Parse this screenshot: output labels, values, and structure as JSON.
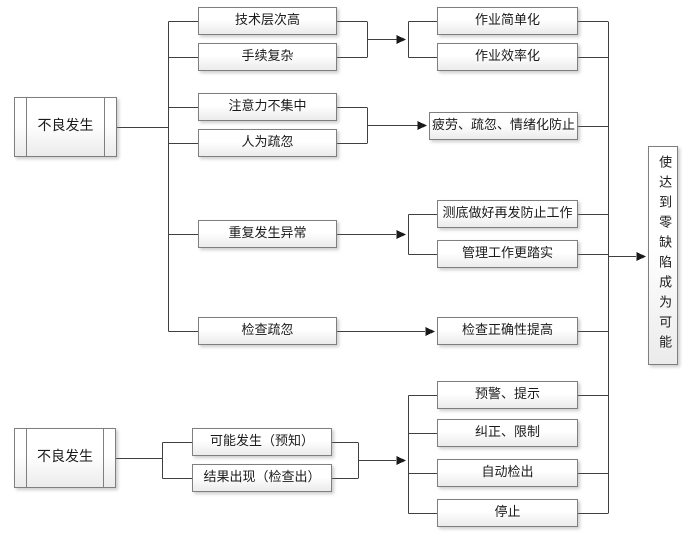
{
  "diagram": {
    "source_top": "不良发生",
    "source_bottom": "不良发生",
    "causes": [
      "技术层次高",
      "手续复杂",
      "注意力不集中",
      "人为疏忽",
      "重复发生异常",
      "检查疏忽"
    ],
    "effects": [
      "作业简单化",
      "作业效率化",
      "疲劳、疏忽、情绪化防止",
      "测底做好再发防止工作",
      "管理工作更踏实",
      "检查正确性提高"
    ],
    "detections": [
      "可能发生（预知）",
      "结果出现（检查出）"
    ],
    "actions": [
      "预警、提示",
      "纠正、限制",
      "自动检出",
      "停止"
    ],
    "goal": "使达到零缺陷成为可能",
    "colors": {
      "line": "#404040",
      "box_border": "#7f7f7f",
      "box_fill_top": "#ffffff",
      "box_fill_bottom": "#ebebeb",
      "text": "#1a1a1a"
    }
  }
}
